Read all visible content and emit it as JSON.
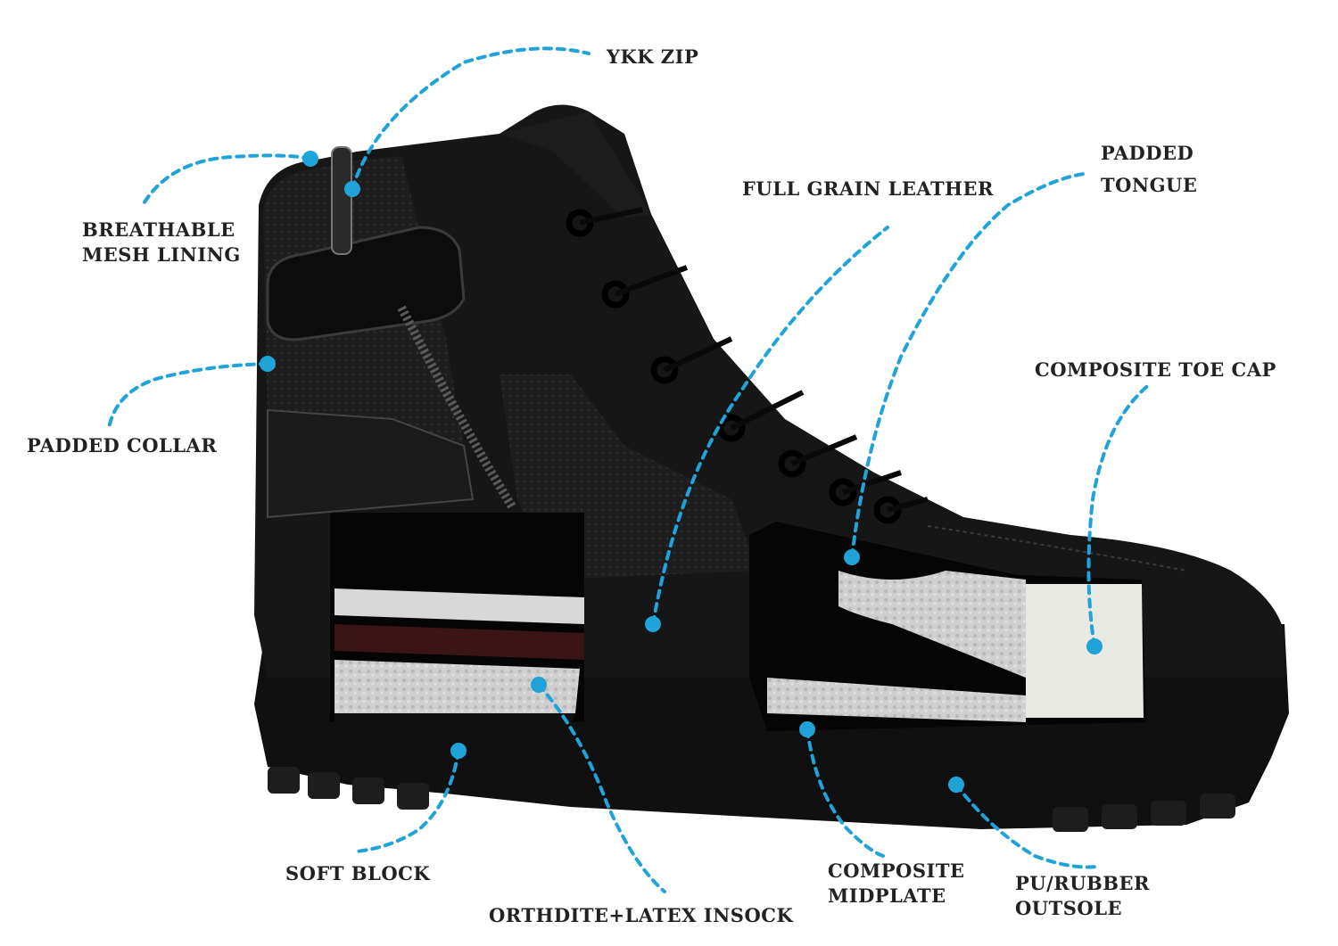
{
  "callouts": {
    "ykk_zip": "YKK ZIP",
    "breathable_1": "BREATHABLE",
    "breathable_2": "MESH LINING",
    "padded_collar": "PADDED COLLAR",
    "full_grain_leather": "FULL GRAIN LEATHER",
    "padded_tongue_1": "PADDED",
    "padded_tongue_2": "TONGUE",
    "composite_toe_cap": "COMPOSITE TOE CAP",
    "soft_block": "SOFT BLOCK",
    "insock": "ORTHDITE+LATEX INSOCK",
    "midplate_1": "COMPOSITE",
    "midplate_2": "MIDPLATE",
    "outsole_1": "PU/RUBBER",
    "outsole_2": "OUTSOLE"
  },
  "colors": {
    "leader": "#1fa3d8",
    "boot": "#141414",
    "label": "#222222"
  }
}
